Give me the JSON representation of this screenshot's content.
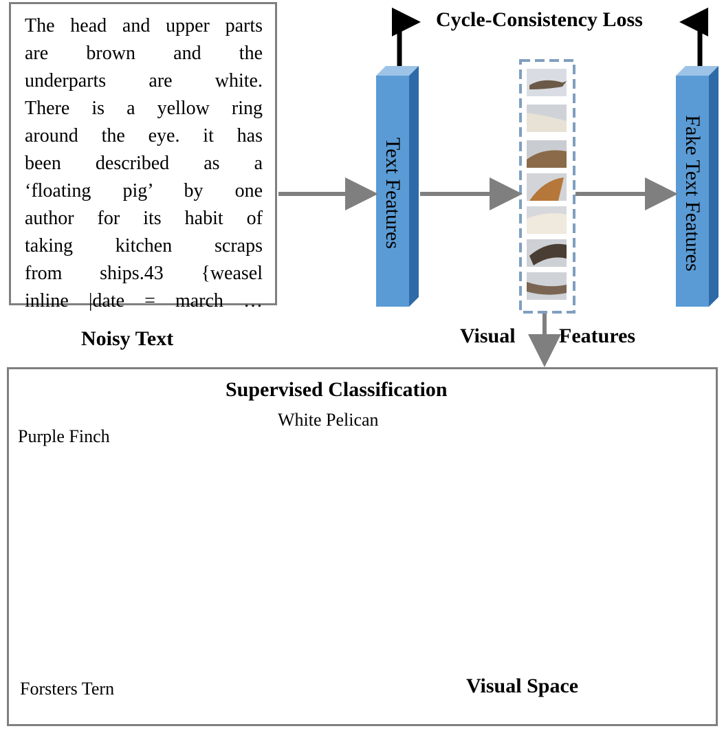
{
  "noisy_text": {
    "lines": [
      "The head  and upper parts",
      "are brown and the",
      "underparts are white.",
      "There is a yellow ring",
      "around the eye. it has",
      "been described as a",
      "‘floating pig’ by one",
      "author for its habit of",
      "taking kitchen scraps",
      "from ships.43 {weasel",
      "inline |date = march  …"
    ],
    "label": "Noisy Text"
  },
  "text_features_label": "Text Features",
  "fake_text_features_label": "Fake Text Features",
  "cycle_loss_label": "Cycle-Consistency Loss",
  "visual_features": {
    "left": "Visual",
    "right": "Features"
  },
  "classification": {
    "title": "Supervised Classification",
    "classes": [
      "Purple Finch",
      "White Pelican",
      "Forsters Tern"
    ]
  },
  "visual_space_label": "Visual Space",
  "colors": {
    "feature_block": "#5b9bd5",
    "feature_block_side": "#3c78b2",
    "arrow_gray": "#7f7f7f",
    "purple": "#7030a0",
    "green": "#00b050",
    "orange": "#ed7d31",
    "patch_border": "#7f9fbf"
  }
}
